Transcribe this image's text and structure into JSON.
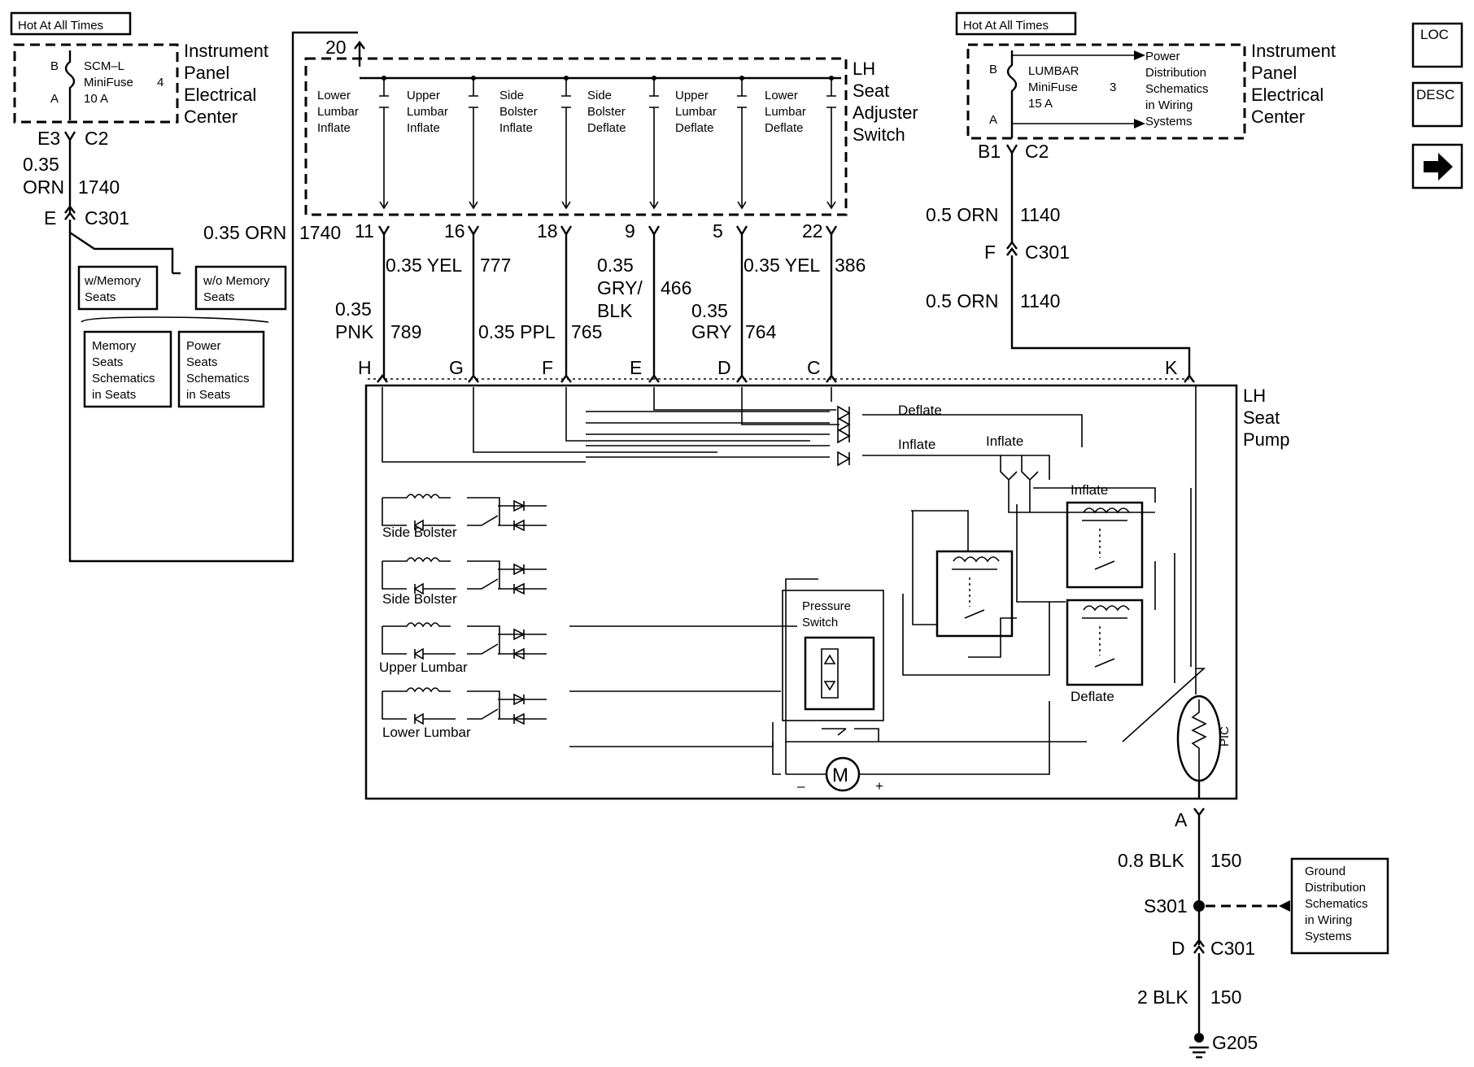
{
  "nav": {
    "loc": "LOC",
    "desc": "DESC",
    "next": "next-arrow-icon"
  },
  "left": {
    "hot_label": "Hot At All Times",
    "fuse_b": "B",
    "fuse_a": "A",
    "fuse_name": "SCM–L",
    "fuse_type": "MiniFuse",
    "fuse_num": "4",
    "fuse_rating": "10 A",
    "ipec": [
      "Instrument",
      "Panel",
      "Electrical",
      "Center"
    ],
    "pin_e3": "E3",
    "conn_c2": "C2",
    "wire_size": "0.35",
    "wire_color": "ORN",
    "circuit": "1740",
    "pin_e": "E",
    "conn_c301": "C301",
    "memory_label": [
      "w/Memory",
      "Seats"
    ],
    "no_memory_label": [
      "w/o Memory",
      "Seats"
    ],
    "memory_ref": [
      "Memory",
      "Seats",
      "Schematics",
      "in Seats"
    ],
    "power_ref": [
      "Power",
      "Seats",
      "Schematics",
      "in Seats"
    ]
  },
  "switch": {
    "pin_top": "20",
    "title": [
      "LH",
      "Seat",
      "Adjuster",
      "Switch"
    ],
    "contacts": [
      [
        "Lower",
        "Lumbar",
        "Inflate"
      ],
      [
        "Upper",
        "Lumbar",
        "Inflate"
      ],
      [
        "Side",
        "Bolster",
        "Inflate"
      ],
      [
        "Side",
        "Bolster",
        "Deflate"
      ],
      [
        "Upper",
        "Lumbar",
        "Deflate"
      ],
      [
        "Lower",
        "Lumbar",
        "Deflate"
      ]
    ],
    "pins": [
      "11",
      "16",
      "18",
      "9",
      "5",
      "22"
    ],
    "feed_wire": "0.35 ORN",
    "feed_circuit": "1740"
  },
  "wires": {
    "pink": [
      "0.35",
      "PNK",
      "789"
    ],
    "yel1": [
      "0.35 YEL",
      "777"
    ],
    "ppl": [
      "0.35 PPL",
      "765"
    ],
    "gry_blk": [
      "0.35",
      "GRY/",
      "BLK",
      "466"
    ],
    "gry": [
      "0.35",
      "GRY",
      "764"
    ],
    "yel2": [
      "0.35 YEL",
      "386"
    ]
  },
  "pump": {
    "pins": [
      "H",
      "G",
      "F",
      "E",
      "D",
      "C",
      "K"
    ],
    "title": [
      "LH",
      "Seat",
      "Pump"
    ],
    "deflate": "Deflate",
    "inflate": "Inflate",
    "inflate2": "Inflate",
    "inflate3": "Inflate",
    "deflate2": "Deflate",
    "side_bolster": "Side Bolster",
    "side_bolster2": "Side Bolster",
    "upper_lumbar": "Upper Lumbar",
    "lower_lumbar": "Lower Lumbar",
    "pressure_switch": [
      "Pressure",
      "Switch"
    ],
    "motor": "M",
    "minus": "–",
    "plus": "+",
    "pic": "PIC",
    "pin_a": "A"
  },
  "right": {
    "hot_label": "Hot At All Times",
    "fuse_b": "B",
    "fuse_a": "A",
    "fuse_name": "LUMBAR",
    "fuse_type": "MiniFuse",
    "fuse_num": "3",
    "fuse_rating": "15 A",
    "pds": [
      "Power",
      "Distribution",
      "Schematics",
      "in Wiring",
      "Systems"
    ],
    "ipec": [
      "Instrument",
      "Panel",
      "Electrical",
      "Center"
    ],
    "pin_b1": "B1",
    "conn_c2": "C2",
    "wire1": "0.5 ORN",
    "circuit1": "1140",
    "pin_f": "F",
    "conn_c301": "C301",
    "wire2": "0.5 ORN",
    "circuit2": "1140"
  },
  "ground": {
    "wire1": "0.8 BLK",
    "circuit1": "150",
    "splice": "S301",
    "pin_d": "D",
    "conn_c301": "C301",
    "wire2": "2 BLK",
    "circuit2": "150",
    "ground_pt": "G205",
    "gds": [
      "Ground",
      "Distribution",
      "Schematics",
      "in Wiring",
      "Systems"
    ]
  }
}
